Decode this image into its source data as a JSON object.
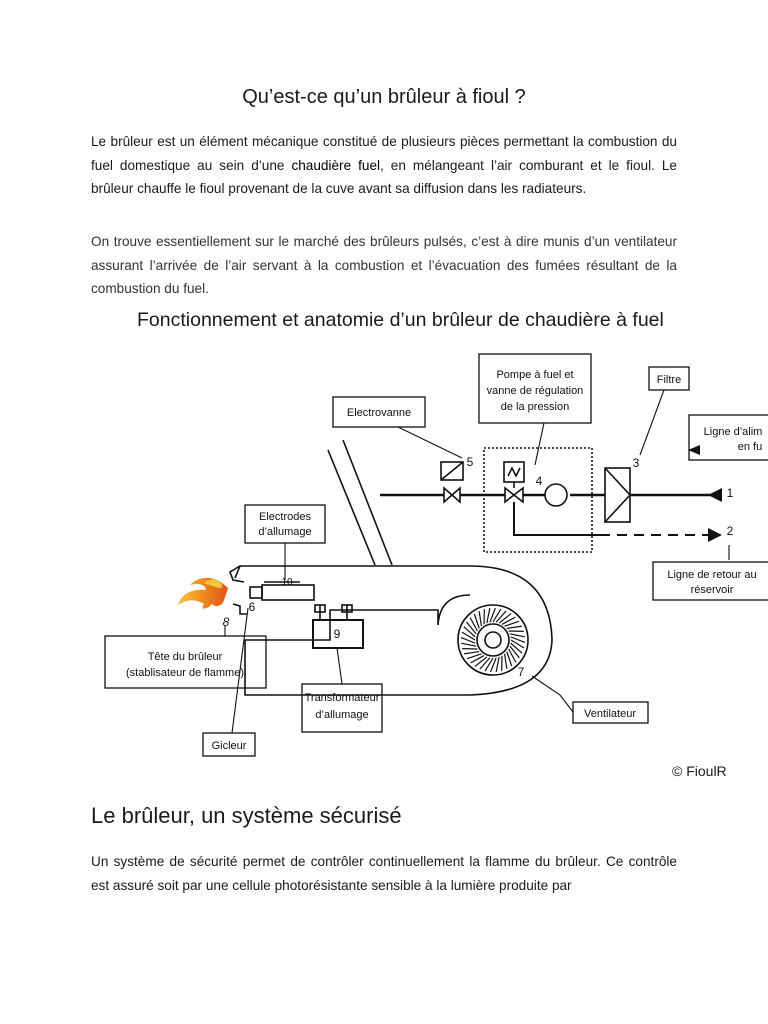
{
  "title": "Qu’est-ce qu’un brûleur à fioul ?",
  "paragraph1": {
    "before": "Le brûleur est un élément mécanique constitué de plusieurs pièces permettant la combustion du fuel domestique au sein d’une ",
    "link": "chaudière fuel",
    "after": ", en mélangeant l’air comburant et le fioul. Le brûleur chauffe le fioul provenant de la cuve avant sa diffusion dans les radiateurs."
  },
  "paragraph2": "On trouve essentiellement sur le marché des brûleurs pulsés, c’est à dire munis d’un ventilateur assurant l’arrivée de l’air servant à la combustion et l’évacuation des fumées résultant de la combustion du fuel.",
  "diagram": {
    "title": "Fonctionnement et anatomie d’un brûleur de chaudière à fuel",
    "labels": {
      "pompe": [
        "Pompe à fuel et",
        "vanne de régulation",
        "de la pression"
      ],
      "filtre": "Filtre",
      "electrovanne": "Electrovanne",
      "ligne_alim": [
        "Ligne d’alim",
        "en fu"
      ],
      "electrodes": [
        "Electrodes",
        "d’allumage"
      ],
      "ligne_retour": [
        "Ligne de retour au",
        "réservoir"
      ],
      "tete": [
        "Tête du brûleur",
        "(stablisateur de flamme)"
      ],
      "transformateur": [
        "Transformateur",
        "d’allumage"
      ],
      "ventilateur": "Ventilateur",
      "gicleur": "Gicleur"
    },
    "numbers": [
      "1",
      "2",
      "3",
      "4",
      "5",
      "6",
      "7",
      "8",
      "9",
      "10"
    ],
    "copyright": "© FioulR"
  },
  "section_heading": "Le brûleur, un système sécurisé",
  "paragraph3": "Un système de sécurité permet de contrôler continuellement la flamme du brûleur. Ce contrôle est assuré soit par une cellule photorésistante sensible à la lumière produite par"
}
